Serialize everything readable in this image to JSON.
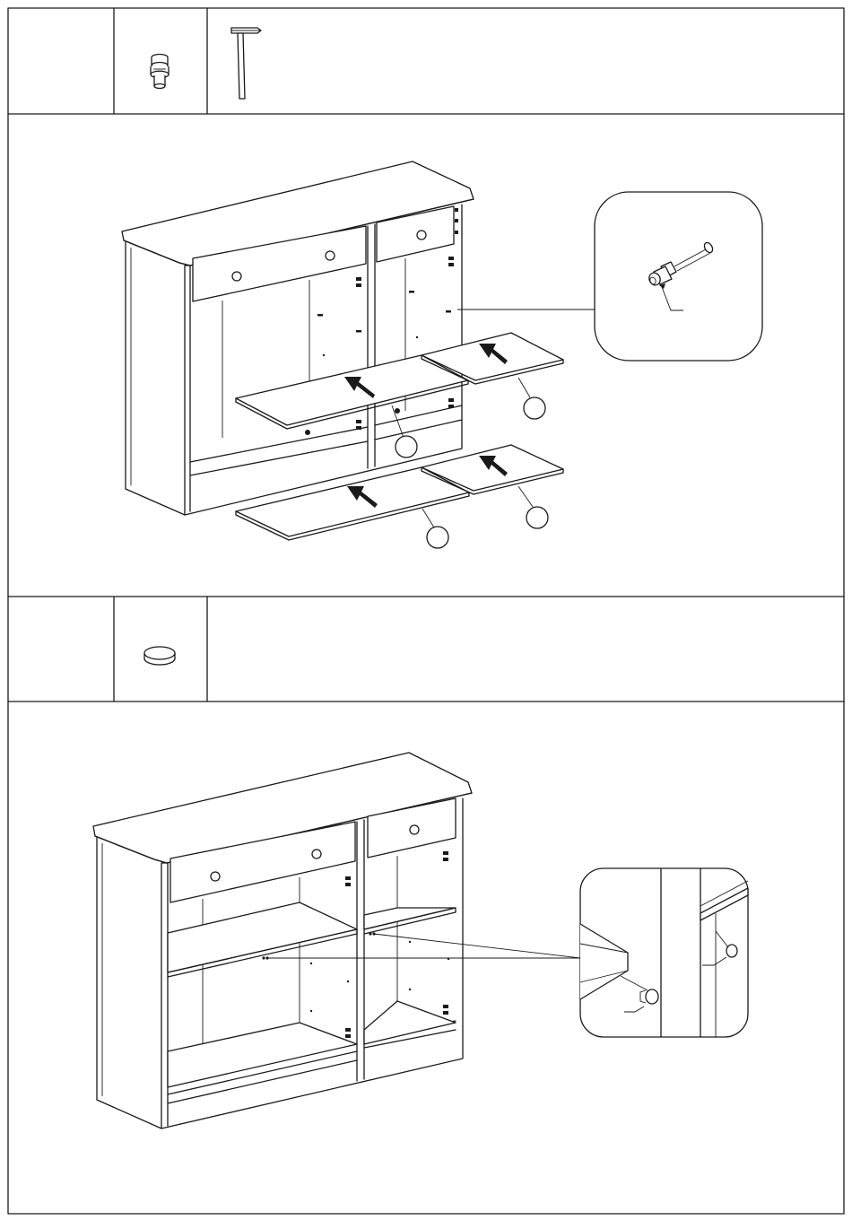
{
  "document": {
    "type": "assembly-instructions",
    "sections": [
      {
        "kind": "parts-row",
        "parts": [
          "shelf-support-pin-icon",
          "hammer-icon"
        ]
      },
      {
        "kind": "assembly-step",
        "illustration": "insert-shelves-into-cabinet"
      },
      {
        "kind": "parts-row",
        "parts": [
          "bumper-pad-icon"
        ]
      },
      {
        "kind": "assembly-step",
        "illustration": "shelves-resting-on-pins"
      }
    ]
  },
  "colors": {
    "line": "#1a1a1a",
    "paper": "#ffffff",
    "shade": "#e8e8e8"
  }
}
